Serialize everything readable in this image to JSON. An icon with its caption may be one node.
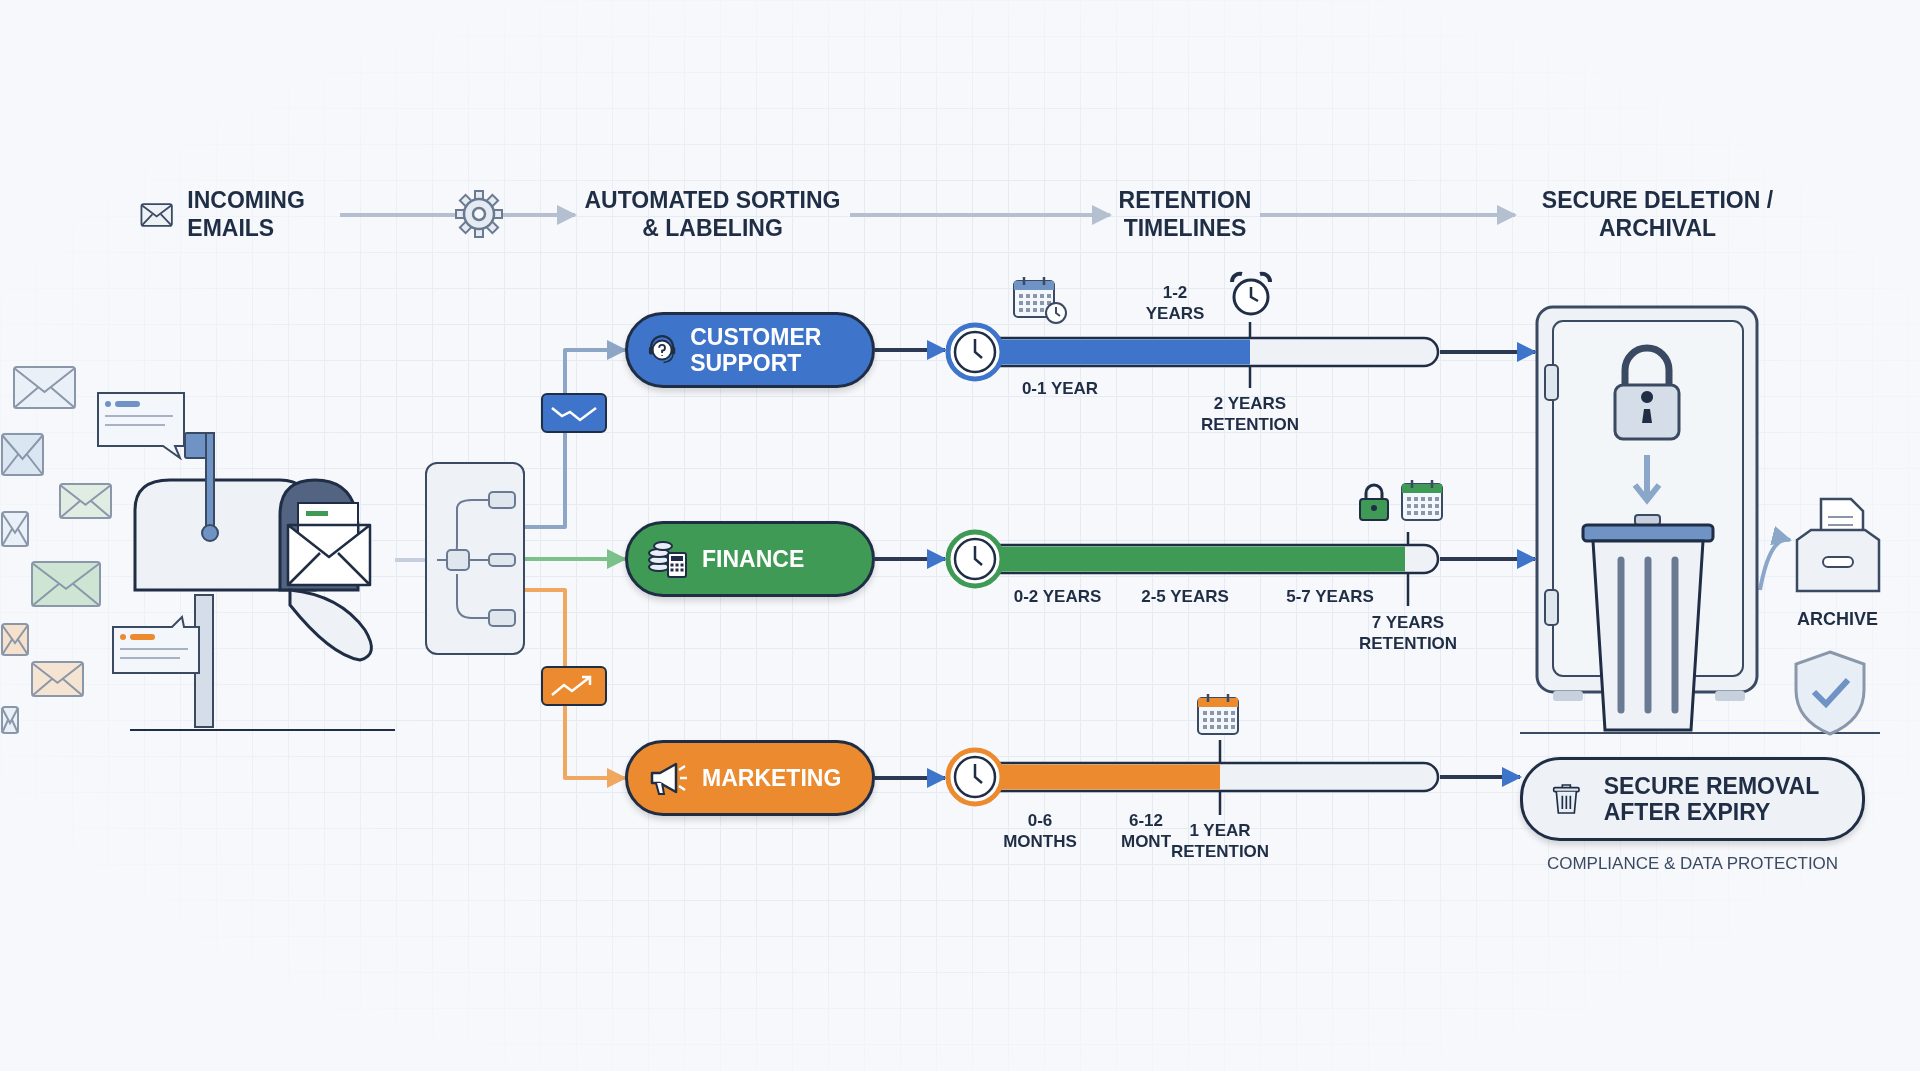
{
  "diagram": {
    "nodes": [
      {
        "text": [
          "INCOMING EMAILS"
        ]
      },
      {
        "text": [
          "AUTOMATED SORTING & LABELING"
        ]
      },
      {
        "text": [
          "RETENTION TIMELINES"
        ]
      },
      {
        "text": [
          "SECURE DELETION / ARCHIVAL"
        ]
      },
      {
        "text": [],
        "shape": "picture"
      },
      {
        "text": [],
        "shape": "box"
      },
      {
        "text": [
          "CUSTOMER SUPPORT"
        ]
      },
      {
        "text": [
          "FINANCE"
        ]
      },
      {
        "text": [
          "MARKETING"
        ]
      },
      {
        "text": [],
        "shape": "bar",
        "beside": [
          "1-2 YEARS",
          "0-1 YEAR",
          "2 YEARS RETENTION"
        ]
      },
      {
        "text": [],
        "shape": "bar",
        "beside": [
          "0-2 YEARS",
          "2-5 YEARS",
          "5-7 YEARS",
          "7 YEARS RETENTION"
        ]
      },
      {
        "text": [],
        "shape": "bar",
        "beside": [
          "0-6 MONTHS",
          "6-12 MONT",
          "1 YEAR RETENTION"
        ]
      },
      {
        "text": [],
        "shape": "picture"
      },
      {
        "text": [
          "ARCHIVE"
        ]
      },
      {
        "text": [
          "SECURE REMOVAL AFTER EXPIRY"
        ],
        "beside": [
          "COMPLIANCE & DATA PROTECTION"
        ]
      }
    ],
    "edges": [
      {
        "from": 0,
        "to": 1,
        "arrow": "to",
        "color": "#b4c0d0"
      },
      {
        "from": 1,
        "to": 2,
        "arrow": "to",
        "color": "#b4c0d0"
      },
      {
        "from": 2,
        "to": 3,
        "arrow": "to",
        "color": "#b4c0d0"
      },
      {
        "from": 4,
        "to": 5,
        "arrow": "none",
        "color": "#c5d0de"
      },
      {
        "from": 5,
        "to": 6,
        "arrow": "to",
        "color": "#8ea6c6"
      },
      {
        "from": 5,
        "to": 7,
        "arrow": "to",
        "color": "#7cc08a"
      },
      {
        "from": 5,
        "to": 8,
        "arrow": "to",
        "color": "#f0a860"
      },
      {
        "from": 6,
        "to": 9,
        "arrow": "to"
      },
      {
        "from": 7,
        "to": 10,
        "arrow": "to"
      },
      {
        "from": 8,
        "to": 11,
        "arrow": "to"
      },
      {
        "from": 9,
        "to": 12,
        "arrow": "to"
      },
      {
        "from": 10,
        "to": 12,
        "arrow": "to"
      },
      {
        "from": 11,
        "to": 14,
        "arrow": "to"
      },
      {
        "from": 12,
        "to": 13,
        "arrow": "to",
        "color": "#8aa6c8"
      }
    ]
  }
}
